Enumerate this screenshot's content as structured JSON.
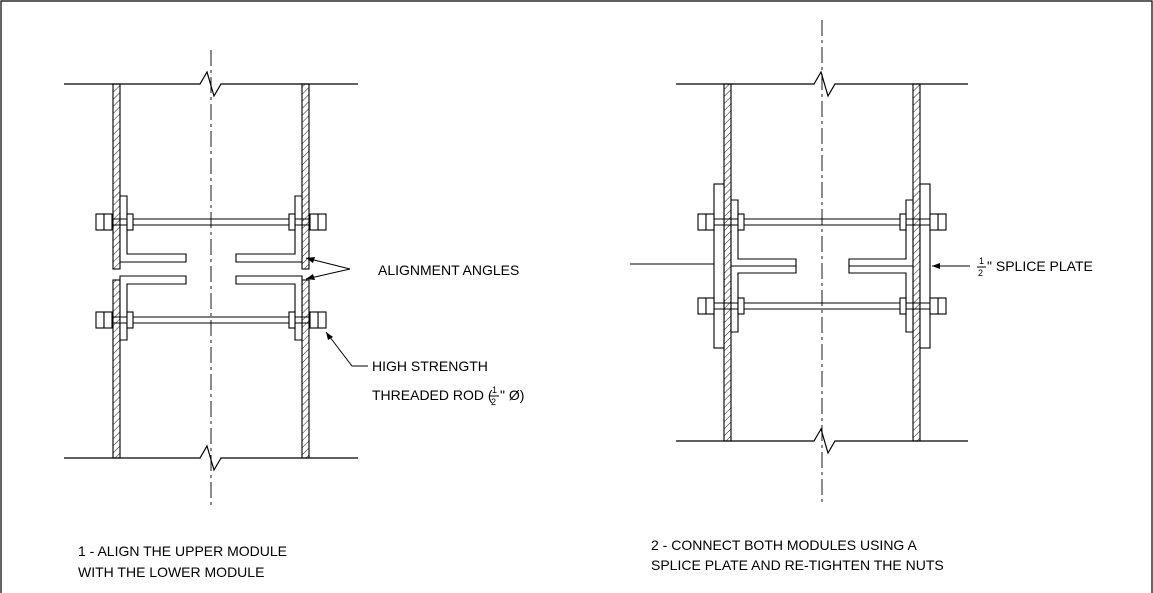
{
  "labels": {
    "alignment_angles": "ALIGNMENT ANGLES",
    "rod_line1": "HIGH STRENGTH",
    "rod_line2_pre": "THREADED ROD (",
    "rod_line2_post": "\" Ø)",
    "splice_post": "\" SPLICE PLATE",
    "frac_num": "1",
    "frac_den": "2"
  },
  "steps": [
    {
      "line1": "1 - ALIGN THE UPPER MODULE",
      "line2": "WITH THE LOWER MODULE"
    },
    {
      "line1": "2 - CONNECT BOTH MODULES USING A",
      "line2": "SPLICE PLATE AND RE-TIGHTEN THE NUTS"
    }
  ]
}
